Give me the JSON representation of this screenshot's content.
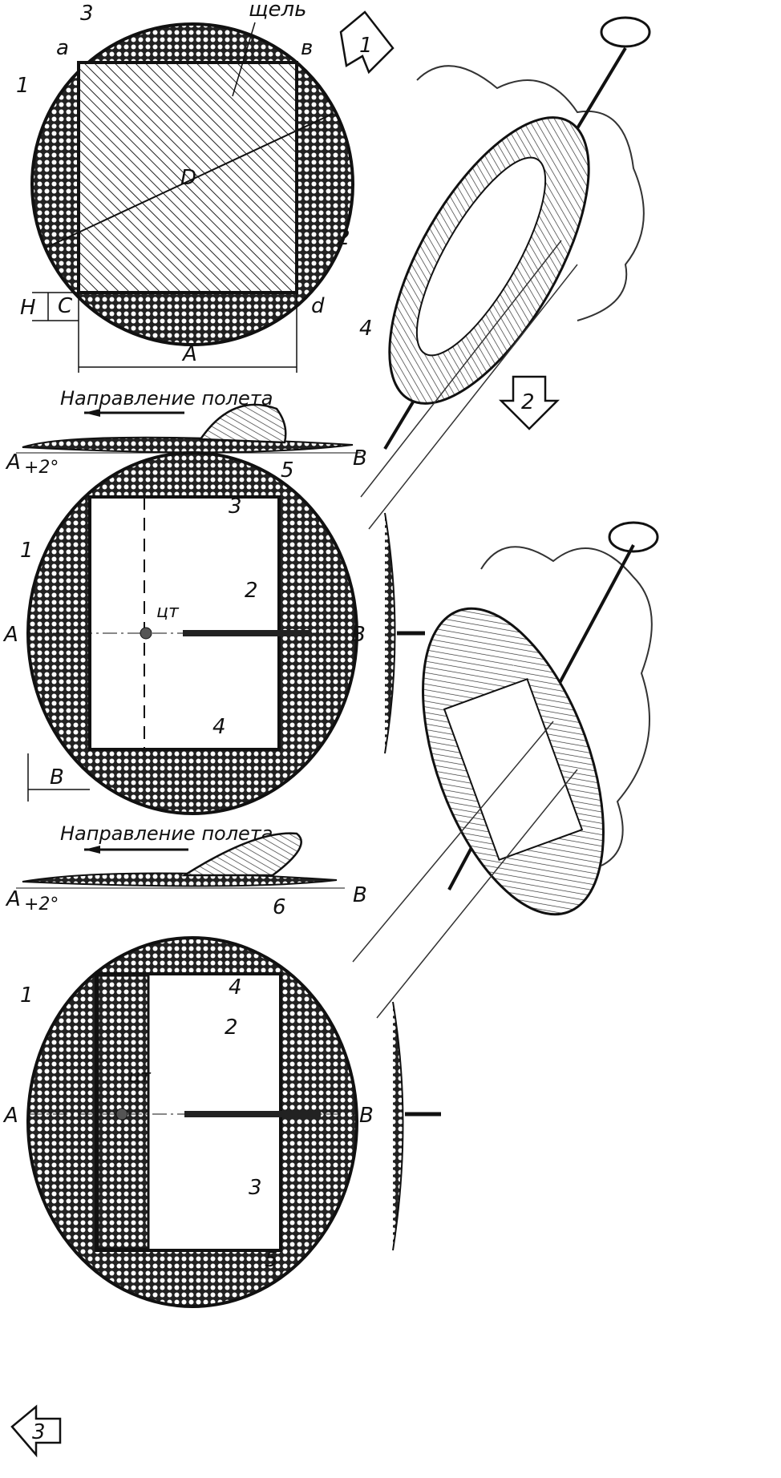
{
  "figure1": {
    "badge": "1",
    "slot_label": "щель",
    "corners": {
      "a": "a",
      "b": "в",
      "c": "C",
      "d": "d"
    },
    "parts": [
      "1",
      "2",
      "3",
      "4"
    ],
    "diameter": "D",
    "height_dim": "H",
    "width_dim": "A"
  },
  "side1": {
    "direction": "Направление полета",
    "left": "A",
    "angle": "+2°",
    "part": "5",
    "right": "B"
  },
  "figure2": {
    "badge": "2",
    "parts": [
      "1",
      "2",
      "3",
      "4"
    ],
    "cg": "цт",
    "left": "A",
    "right": "B",
    "dim": "B"
  },
  "side2": {
    "direction": "Направление полета",
    "left": "A",
    "angle": "+2°",
    "part": "6",
    "right": "B"
  },
  "figure3": {
    "badge": "3",
    "parts": [
      "1",
      "2",
      "3",
      "4",
      "5"
    ],
    "cg": "цт",
    "left": "A",
    "right": "B"
  }
}
